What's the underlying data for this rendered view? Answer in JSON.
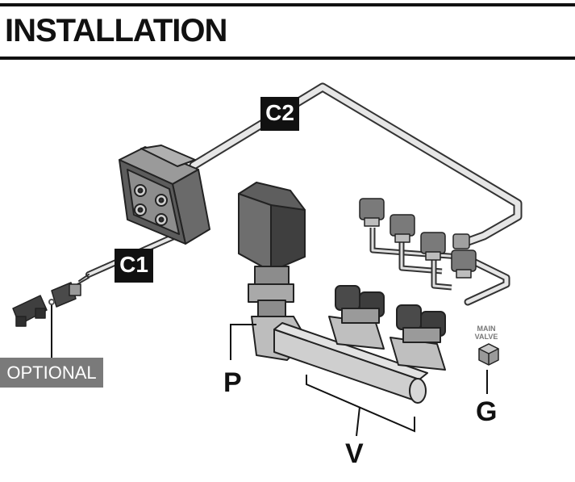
{
  "title": "INSTALLATION",
  "labels": {
    "c1": "C1",
    "c2": "C2",
    "optional": "OPTIONAL",
    "p": "P",
    "v": "V",
    "g": "G",
    "main_valve_line1": "MAIN",
    "main_valve_line2": "VALVE"
  },
  "colors": {
    "ink": "#111111",
    "optional_bg": "#7a7a7a",
    "part_light": "#d9d9d9",
    "part_mid": "#a6a6a6",
    "part_dark": "#4d4d4d"
  }
}
